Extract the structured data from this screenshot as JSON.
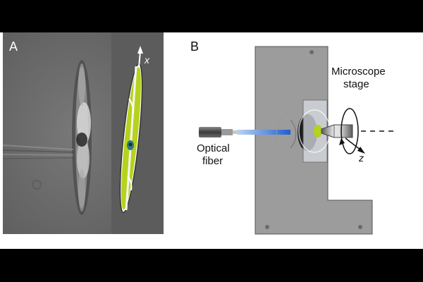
{
  "panel_a": {
    "label": "A",
    "axis_label": "x"
  },
  "panel_b": {
    "label": "B",
    "stage_label_line1": "Microscope",
    "stage_label_line2": "stage",
    "fiber_label_line1": "Optical",
    "fiber_label_line2": "fiber",
    "axis_label": "z"
  },
  "colors": {
    "letterbox": "#000000",
    "micrograph_bg": "#6b6b6b",
    "stage_gray": "#9a9a9a",
    "cell_green": "#b6d21d",
    "laser_blue": "#2a6bd6"
  }
}
